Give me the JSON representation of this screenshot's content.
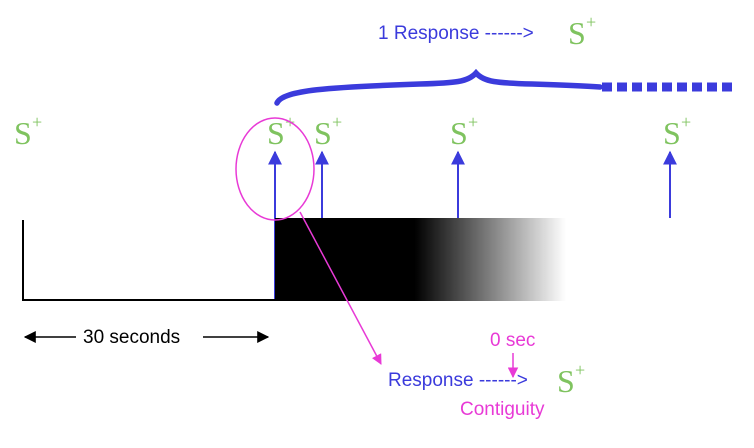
{
  "colors": {
    "stimulus": "#7fc35f",
    "response": "#3b3bdc",
    "contiguity": "#e83ad6",
    "axis": "#000000",
    "bar": "#000000"
  },
  "stimulus_symbol": {
    "base": "S",
    "superscript": "+"
  },
  "top_label": {
    "text": "1 Response ------>"
  },
  "contiguity_label": {
    "response_text": "Response ------>",
    "delay_text": "0 sec",
    "caption": "Contiguity"
  },
  "time_label": {
    "text": "30 seconds"
  }
}
